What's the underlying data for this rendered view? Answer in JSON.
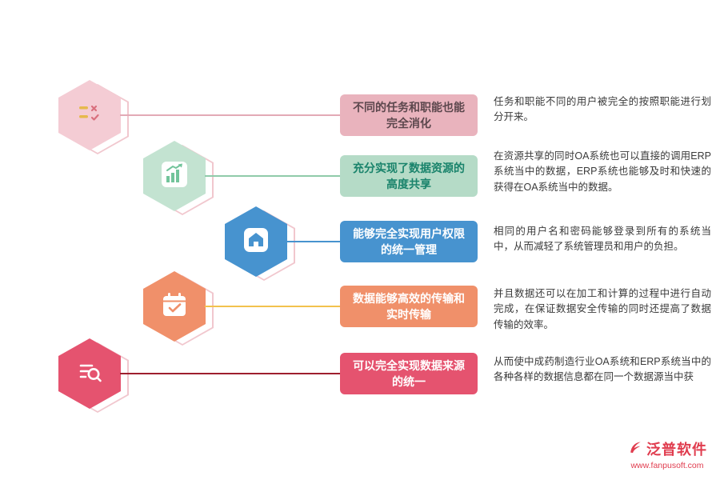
{
  "rows": [
    {
      "icon": "checklist-icon",
      "label": "不同的任务和职能也能完全消化",
      "description": "任务和职能不同的用户被完全的按照职能进行划分开来。",
      "accent": "#e9b3bd",
      "connector_color": "#e3aab6"
    },
    {
      "icon": "bar-chart-icon",
      "label": "充分实现了数据资源的高度共享",
      "description": "在资源共享的同时OA系统也可以直接的调用ERP系统当中的数据，ERP系统也能够及时和快速的获得在OA系统当中的数据。",
      "accent": "#b5dbc7",
      "connector_color": "#8fcbaa"
    },
    {
      "icon": "building-icon",
      "label": "能够完全实现用户权限的统一管理",
      "description": "相同的用户名和密码能够登录到所有的系统当中，从而减轻了系统管理员和用户的负担。",
      "accent": "#4793cf",
      "connector_color": "#4793cf"
    },
    {
      "icon": "calendar-check-icon",
      "label": "数据能够高效的传输和实时传输",
      "description": "并且数据还可以在加工和计算的过程中进行自动完成，在保证数据安全传输的同时还提高了数据传输的效率。",
      "accent": "#f0906a",
      "connector_color": "#f2c24e"
    },
    {
      "icon": "search-list-icon",
      "label": "可以完全实现数据来源的统一",
      "description": "从而使中成药制造行业OA系统和ERP系统当中的各种各样的数据信息都在同一个数据源当中获",
      "accent": "#e5536f",
      "connector_color": "#9e1f2e"
    }
  ],
  "logo": {
    "brand": "泛普软件",
    "website": "www.fanpusoft.com",
    "color": "#e03c4e"
  }
}
